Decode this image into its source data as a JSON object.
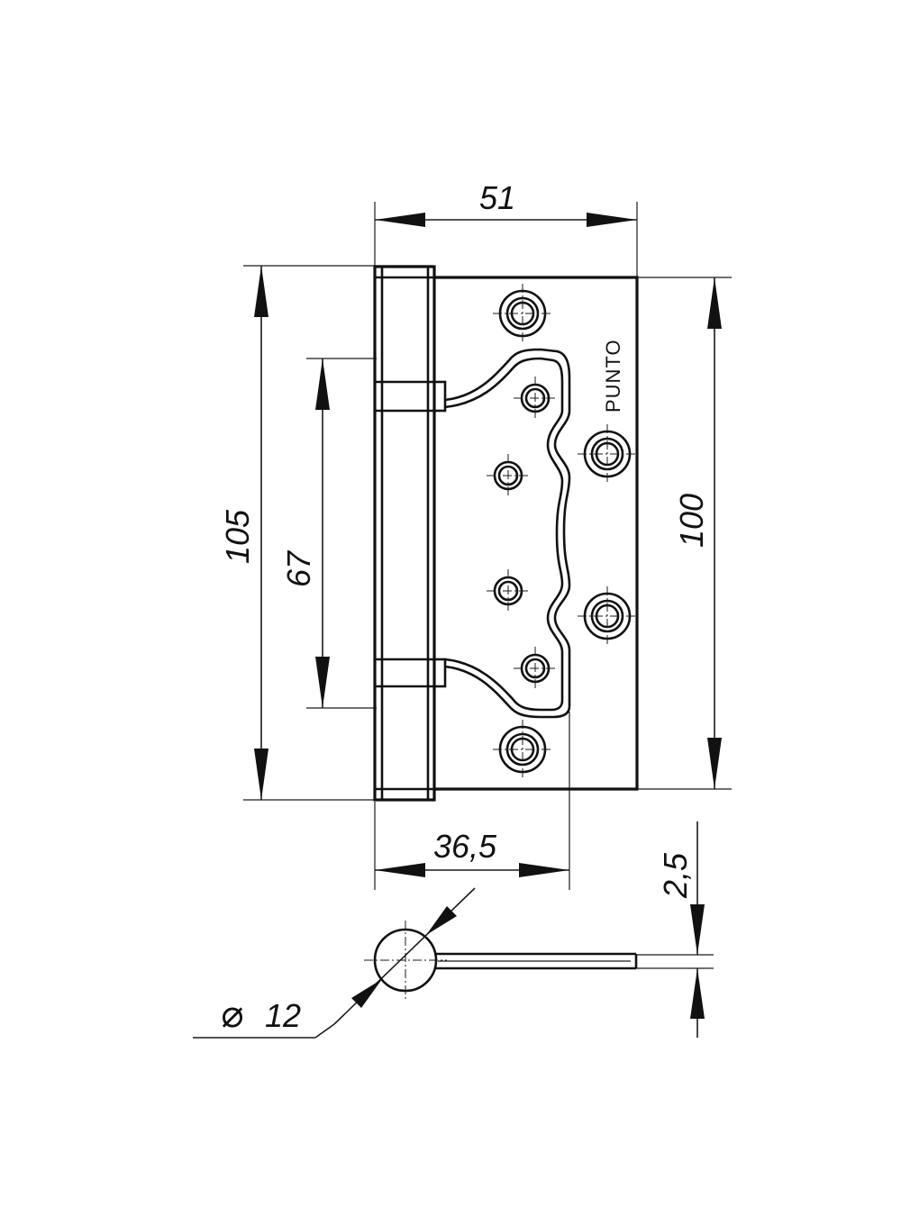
{
  "drawing": {
    "brand": "PUNTO",
    "dimensions": {
      "total_width": "51",
      "total_height": "105",
      "knuckle_spacing": "67",
      "leaf_height": "100",
      "inner_leaf_width": "36,5",
      "thickness": "2,5",
      "diameter_value": "12"
    },
    "diameter_symbol": "⌀",
    "colors": {
      "line": "#111111",
      "background": "#ffffff"
    }
  }
}
